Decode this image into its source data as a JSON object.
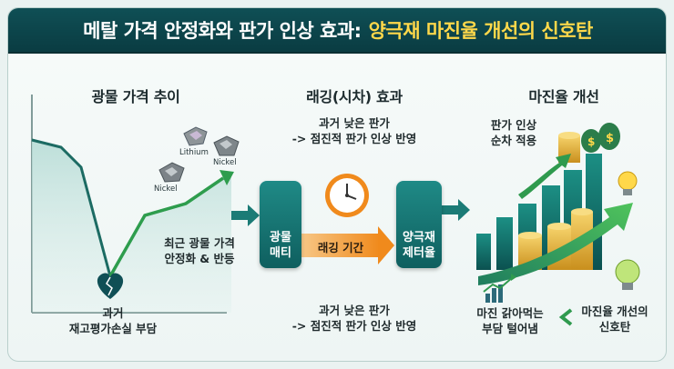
{
  "title": {
    "main": "메탈 가격 안정화와 판가 인상 효과:",
    "accent": "양극재 마진율 개선의 신호탄"
  },
  "sections": {
    "left_title": "광물 가격 추이",
    "mid_title": "래깅(시차) 효과",
    "right_title": "마진율 개선"
  },
  "left": {
    "label_lithium": "Lithium",
    "label_nickel_1": "Nickel",
    "label_nickel_2": "Nickel",
    "rebound_line1": "최근 광물 가격",
    "rebound_line2": "안정화 & 반등",
    "loss_line1": "과거",
    "loss_line2": "재고평가손실 부담"
  },
  "mid": {
    "top_line1": "과거 낮은 판가",
    "top_line2": "-> 점진적 판가 인상 반영",
    "box_mineral_line1": "광물",
    "box_mineral_line2": "매티",
    "lag_label": "래깅 기간",
    "box_cathode_line1": "양극재",
    "box_cathode_line2": "제터율",
    "bottom_line1": "과거 낮은 판가",
    "bottom_line2": "-> 점진적 판가 인상 반영"
  },
  "right": {
    "price_line1": "판가 인상",
    "price_line2": "순차 적용",
    "burden_line1": "마진 갉아먹는",
    "burden_line2": "부담 털어냄",
    "signal_line1": "마진율 개선의",
    "signal_line2": "신호탄"
  },
  "colors": {
    "teal_dark": "#0f5f5f",
    "teal": "#1f8a86",
    "accent_yellow": "#ffd84a",
    "orange": "#f5a142",
    "green": "#2f9a4e",
    "gold": "#e3b23c"
  }
}
